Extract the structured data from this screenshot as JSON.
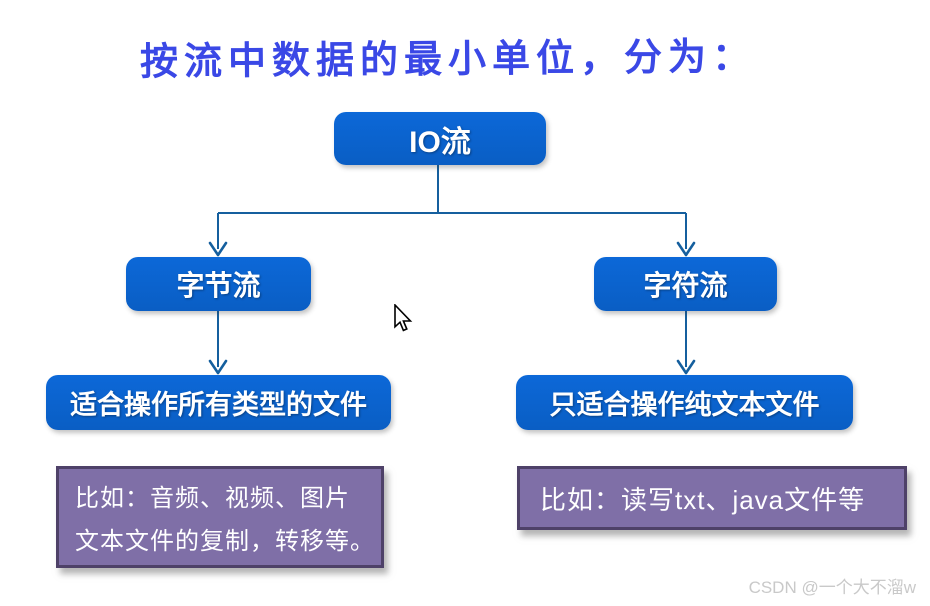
{
  "title": "按流中数据的最小单位，分为：",
  "diagram": {
    "root": {
      "label": "IO流"
    },
    "children": [
      {
        "label": "字节流",
        "description": "适合操作所有类型的文件",
        "example_line1": "比如：音频、视频、图片",
        "example_line2": "文本文件的复制，转移等。"
      },
      {
        "label": "字符流",
        "description": "只适合操作纯文本文件",
        "example": "比如：读写txt、java文件等"
      }
    ]
  },
  "watermark": "CSDN @一个大不溜w",
  "icons": {
    "cursor": "mouse-pointer"
  },
  "colors": {
    "node_blue": "#0a62cc",
    "note_purple": "#7f6fa7",
    "note_border": "#4e4168",
    "connector_blue": "#155f9e",
    "title_blue": "#3a48e6",
    "watermark_gray": "#c9c9c9",
    "background": "#ffffff"
  }
}
